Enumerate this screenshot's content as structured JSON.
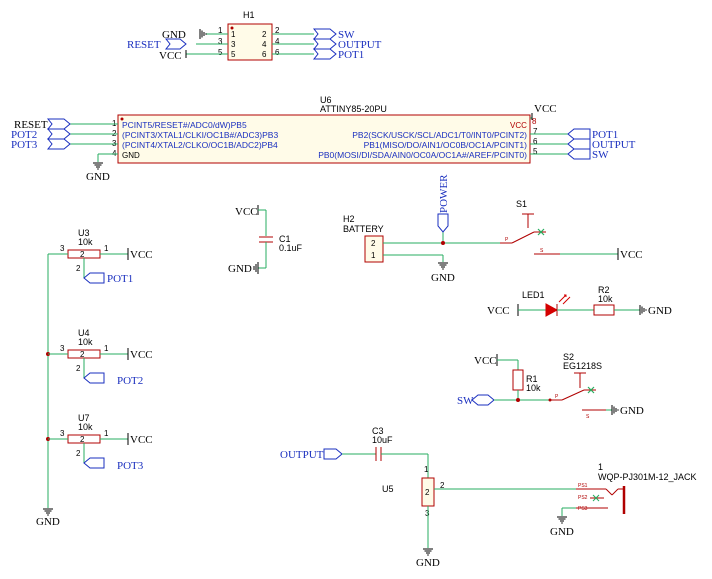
{
  "nets": {
    "gnd": "GND",
    "vcc": "VCC",
    "reset": "RESET",
    "sw": "SW",
    "output": "OUTPUT",
    "pot1": "POT1",
    "pot2": "POT2",
    "pot3": "POT3",
    "power": "POWER"
  },
  "h1": {
    "ref": "H1",
    "pins": [
      "1",
      "2",
      "3",
      "4",
      "5",
      "6"
    ]
  },
  "u6": {
    "ref": "U6",
    "value": "ATTINY85-20PU",
    "left_pins": [
      {
        "num": "1",
        "label": "PCINT5/RESET#/ADC0/dW)PB5"
      },
      {
        "num": "2",
        "label": "(PCINT3/XTAL1/CLKI/OC1B#/ADC3)PB3"
      },
      {
        "num": "3",
        "label": "(PCINT4/XTAL2/CLKO/OC1B/ADC2)PB4"
      },
      {
        "num": "4",
        "label": "GND"
      }
    ],
    "right_pins": [
      {
        "num": "8",
        "label": "VCC"
      },
      {
        "num": "7",
        "label": "PB2(SCK/USCK/SCL/ADC1/T0/INT0/PCINT2)"
      },
      {
        "num": "6",
        "label": "PB1(MISO/DO/AIN1/OC0B/OC1A/PCINT1)"
      },
      {
        "num": "5",
        "label": "PB0(MOSI/DI/SDA/AIN0/OC0A/OC1A#/AREF/PCINT0)"
      }
    ]
  },
  "pots": [
    {
      "ref": "U3",
      "value": "10k",
      "net": "POT1"
    },
    {
      "ref": "U4",
      "value": "10k",
      "net": "POT2"
    },
    {
      "ref": "U7",
      "value": "10k",
      "net": "POT3"
    }
  ],
  "pot_pins": {
    "p1": "1",
    "p2": "2",
    "p3": "3"
  },
  "c1": {
    "ref": "C1",
    "value": "0.1uF"
  },
  "h2": {
    "ref": "H2",
    "value": "BATTERY",
    "pin1": "1",
    "pin2": "2"
  },
  "s1": {
    "ref": "S1"
  },
  "led1": {
    "ref": "LED1"
  },
  "r2": {
    "ref": "R2",
    "value": "10k"
  },
  "r1": {
    "ref": "R1",
    "value": "10k"
  },
  "s2": {
    "ref": "S2",
    "value": "EG1218S"
  },
  "c3": {
    "ref": "C3",
    "value": "10uF"
  },
  "u5": {
    "ref": "U5",
    "pin1": "1",
    "pin2": "2",
    "pin3": "3"
  },
  "jack": {
    "ref": "1",
    "value": "WQP-PJ301M-12_JACK",
    "ps1": "PS1",
    "ps2": "PS2",
    "ps3": "PS3"
  },
  "switch_pins": {
    "p": "P",
    "s": "S"
  }
}
